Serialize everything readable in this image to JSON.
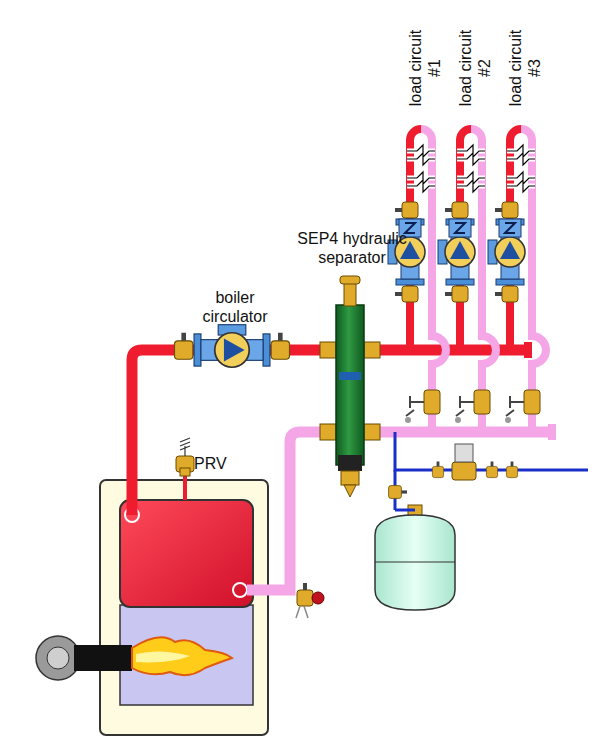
{
  "diagram": {
    "labels": [
      "load circuit #1",
      "load circuit #2",
      "load circuit #3",
      "SEP4 hydraulic separator",
      "boiler circulator",
      "PRV"
    ]
  }
}
